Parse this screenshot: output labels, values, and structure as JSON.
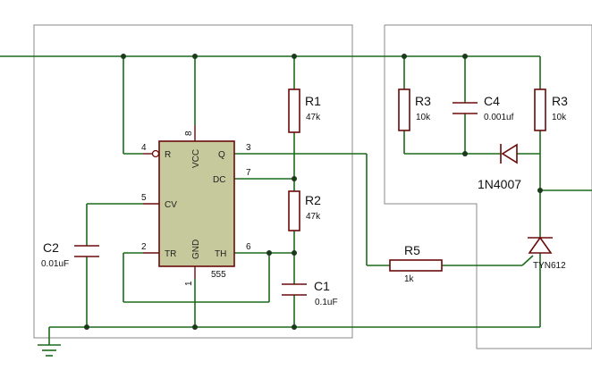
{
  "components": {
    "r1": {
      "ref": "R1",
      "value": "47k"
    },
    "r2": {
      "ref": "R2",
      "value": "47k"
    },
    "r3a": {
      "ref": "R3",
      "value": "10k"
    },
    "r3b": {
      "ref": "R3",
      "value": "10k"
    },
    "r5": {
      "ref": "R5",
      "value": "1k"
    },
    "c1": {
      "ref": "C1",
      "value": "0.1uF"
    },
    "c2": {
      "ref": "C2",
      "value": "0.01uF"
    },
    "c4": {
      "ref": "C4",
      "value": "0.001uf"
    },
    "diode": {
      "ref": "1N4007"
    },
    "scr": {
      "ref": "TYN612"
    },
    "ic": {
      "ref": "555"
    }
  },
  "ic_pins": {
    "reset": {
      "num": "4",
      "name": "R"
    },
    "vcc": {
      "num": "8",
      "name": "VCC"
    },
    "out": {
      "num": "3",
      "name": "Q"
    },
    "dis": {
      "num": "7",
      "name": "DC"
    },
    "cv": {
      "num": "5",
      "name": "CV"
    },
    "trig": {
      "num": "2",
      "name": "TR"
    },
    "gnd": {
      "num": "1",
      "name": "GND"
    },
    "thr": {
      "num": "6",
      "name": "TH"
    }
  },
  "colors": {
    "wire": "#1b6b1b",
    "part": "#6b0a0a",
    "ic_fill": "#c6c99c",
    "box": "#8a8a8a"
  }
}
